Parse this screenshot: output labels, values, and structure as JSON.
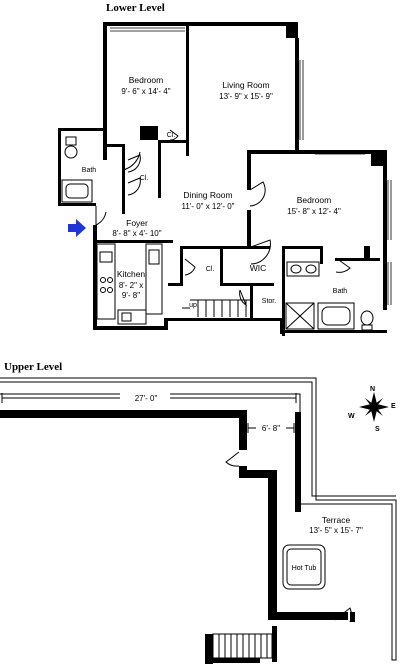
{
  "lower_level": {
    "title": "Lower Level",
    "rooms": {
      "bedroom1": {
        "name": "Bedroom",
        "dims": "9'- 6\" x 14'- 4\""
      },
      "living": {
        "name": "Living Room",
        "dims": "13'- 9\" x 15'- 9\""
      },
      "closet1": {
        "name": "Cl."
      },
      "bath1": {
        "name": "Bath"
      },
      "closet2": {
        "name": "Cl."
      },
      "dining": {
        "name": "Dining Room",
        "dims": "11'- 0\" x 12'- 0\""
      },
      "bedroom2": {
        "name": "Bedroom",
        "dims": "15'- 8\" x 12'- 4\""
      },
      "foyer": {
        "name": "Foyer",
        "dims": "8'- 8\" x 4'- 10\""
      },
      "kitchen": {
        "name": "Kitchen",
        "dims1": "8'- 2\" x",
        "dims2": "9'- 8\""
      },
      "closet3": {
        "name": "Cl."
      },
      "wic": {
        "name": "WIC"
      },
      "stor": {
        "name": "Stor."
      },
      "bath2": {
        "name": "Bath"
      },
      "stairs_up": {
        "name": "up"
      }
    },
    "entry_arrow_color": "#1f35d6"
  },
  "upper_level": {
    "title": "Upper Level",
    "overall_dim": "27'- 0\"",
    "inner_dim": "6'- 8\"",
    "terrace": {
      "name": "Terrace",
      "dims": "13'- 5\" x 15'- 7\""
    },
    "hot_tub": "Hot Tub",
    "compass": {
      "n": "N",
      "s": "S",
      "e": "E",
      "w": "W"
    }
  }
}
